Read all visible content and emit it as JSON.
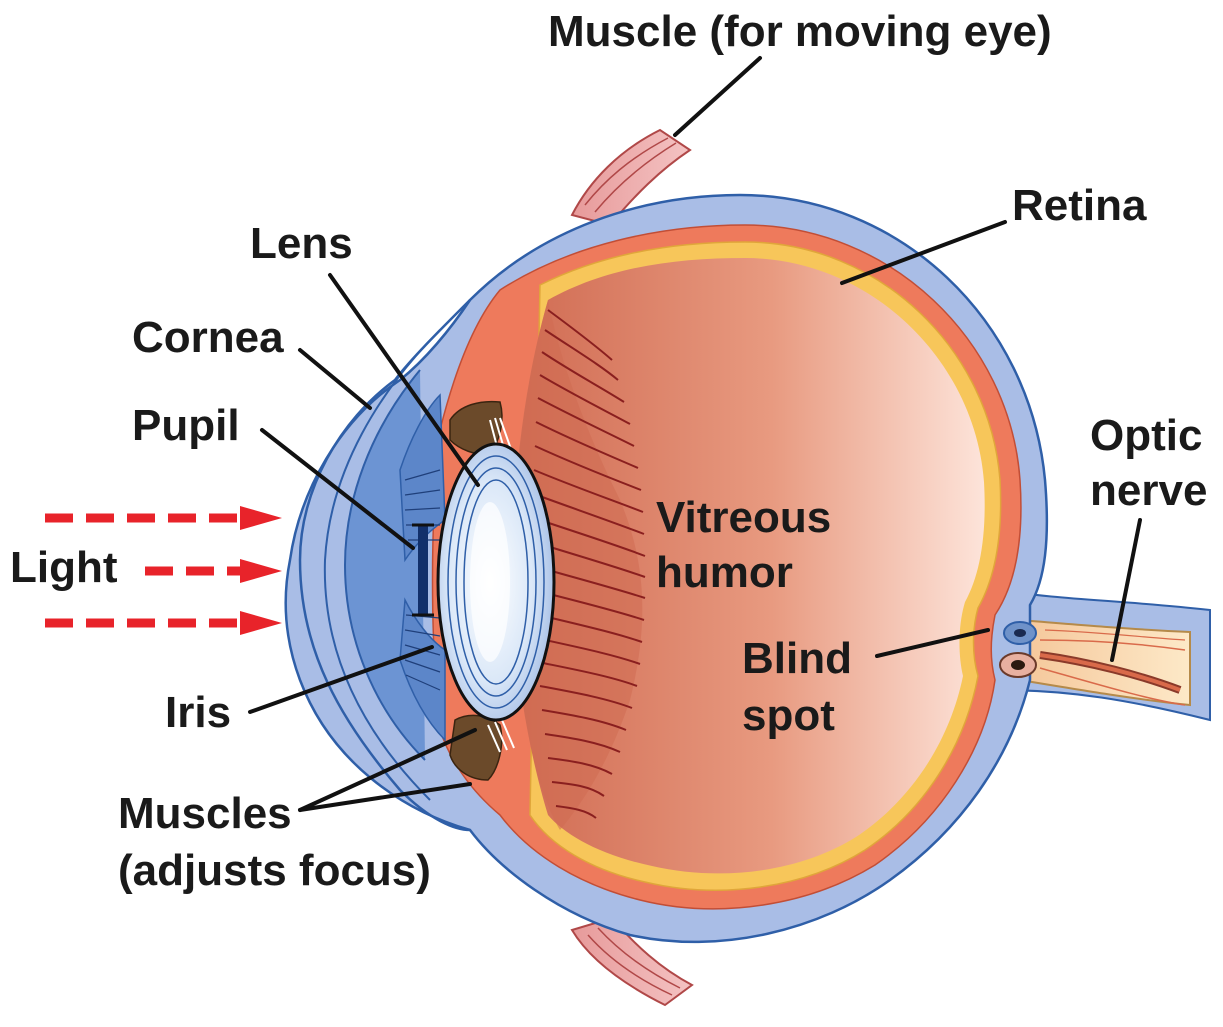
{
  "labels": {
    "muscle_moving_eye": "Muscle (for moving eye)",
    "retina": "Retina",
    "lens": "Lens",
    "cornea": "Cornea",
    "pupil": "Pupil",
    "optic_line1": "Optic",
    "optic_line2": "nerve",
    "vitreous_line1": "Vitreous",
    "vitreous_line2": "humor",
    "light": "Light",
    "blind_line1": "Blind",
    "blind_line2": "spot",
    "iris": "Iris",
    "muscles_line1": "Muscles",
    "muscles_line2": "(adjusts focus)"
  },
  "colors": {
    "sclera_blue": "#a9bde6",
    "outline_blue": "#2f5fa8",
    "choroid_red": "#ee7a5c",
    "retina_yellow": "#f7c65a",
    "vitreous_dark": "#d9765c",
    "vitreous_light": "#fde4da",
    "lens_blue": "#cfe0f5",
    "iris_blue": "#5c86c9",
    "ciliary_brown": "#6b4a2a",
    "muscle_pink": "#e8a0a0",
    "light_arrow_red": "#e8232a"
  }
}
